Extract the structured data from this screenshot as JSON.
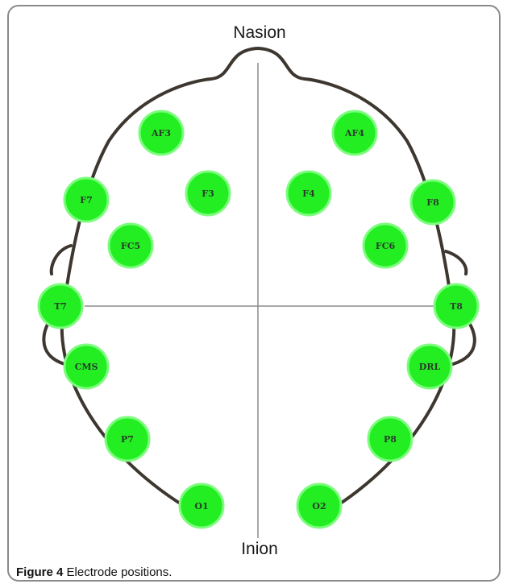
{
  "top_label": "Nasion",
  "bottom_label": "Inion",
  "caption": {
    "figure_number": "Figure 4",
    "text": "Electrode positions."
  },
  "colors": {
    "electrode": "#22ee22",
    "electrode_edge": "#7cfc7c",
    "outline": "#3d3730",
    "axis": "#8c8c8c"
  },
  "electrodes": [
    {
      "id": "af3",
      "label": "AF3"
    },
    {
      "id": "af4",
      "label": "AF4"
    },
    {
      "id": "f7",
      "label": "F7"
    },
    {
      "id": "f3",
      "label": "F3"
    },
    {
      "id": "f4",
      "label": "F4"
    },
    {
      "id": "f8",
      "label": "F8"
    },
    {
      "id": "fc5",
      "label": "FC5"
    },
    {
      "id": "fc6",
      "label": "FC6"
    },
    {
      "id": "t7",
      "label": "T7"
    },
    {
      "id": "t8",
      "label": "T8"
    },
    {
      "id": "cms",
      "label": "CMS"
    },
    {
      "id": "drl",
      "label": "DRL"
    },
    {
      "id": "p7",
      "label": "P7"
    },
    {
      "id": "p8",
      "label": "P8"
    },
    {
      "id": "o1",
      "label": "O1"
    },
    {
      "id": "o2",
      "label": "O2"
    }
  ]
}
